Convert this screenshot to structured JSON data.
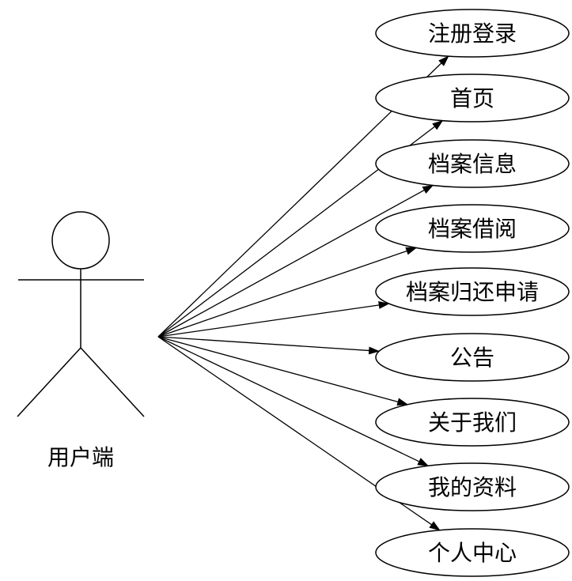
{
  "actor": {
    "label": "用户端"
  },
  "use_cases": [
    {
      "label": "注册登录"
    },
    {
      "label": "首页"
    },
    {
      "label": "档案信息"
    },
    {
      "label": "档案借阅"
    },
    {
      "label": "档案归还申请"
    },
    {
      "label": "公告"
    },
    {
      "label": "关于我们"
    },
    {
      "label": "我的资料"
    },
    {
      "label": "个人中心"
    }
  ],
  "colors": {
    "stroke": "#000000",
    "background": "#ffffff"
  }
}
